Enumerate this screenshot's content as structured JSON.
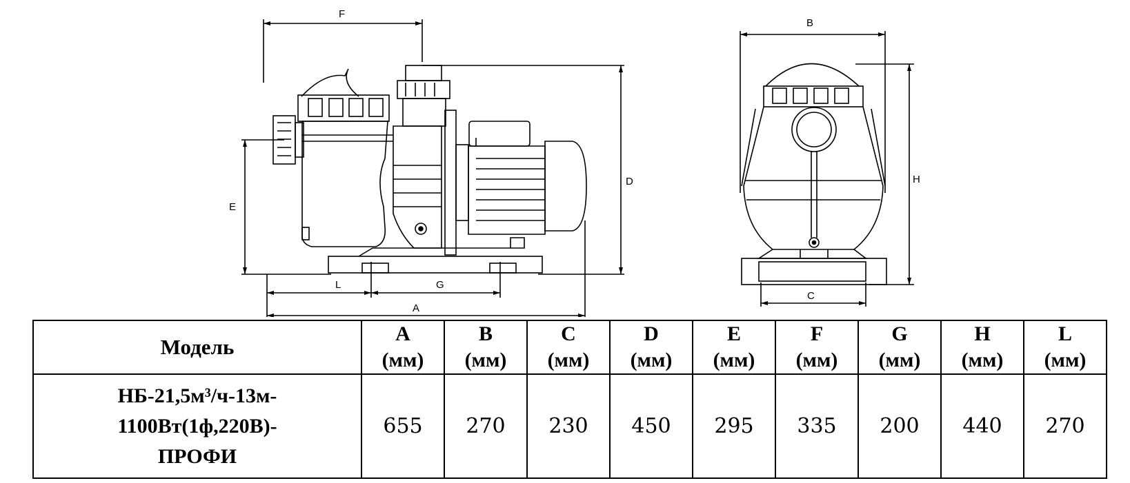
{
  "dimension_labels": {
    "F": "F",
    "D": "D",
    "E": "E",
    "L": "L",
    "G": "G",
    "A": "A",
    "B": "B",
    "H": "H",
    "C": "C"
  },
  "table": {
    "model_header": "Модель",
    "unit": "(мм)",
    "columns": [
      "A",
      "B",
      "C",
      "D",
      "E",
      "F",
      "G",
      "H",
      "L"
    ],
    "rows": [
      {
        "model_lines": [
          "НБ-21,5м³/ч-13м-",
          "1100Вт(1ф,220В)-",
          "ПРОФИ"
        ],
        "values": [
          "655",
          "270",
          "230",
          "450",
          "295",
          "335",
          "200",
          "440",
          "270"
        ]
      }
    ]
  }
}
